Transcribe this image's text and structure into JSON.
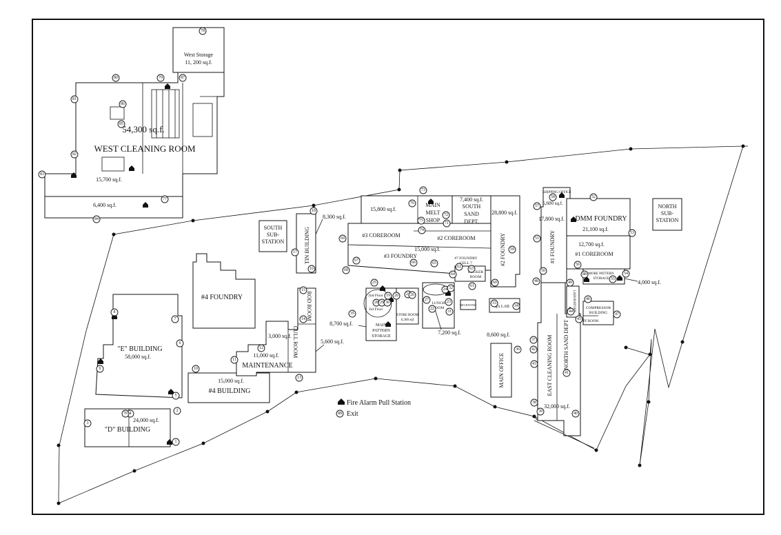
{
  "buildings": {
    "west_storage": {
      "name": "West Storage",
      "area": "11, 200 sq.f."
    },
    "west_cleaning": {
      "name": "WEST CLEANING ROOM",
      "area": "54,300 sq.f.",
      "sub1": "15,700 sq.f.",
      "sub2": "6,400 sq.f."
    },
    "south_sub": {
      "l1": "SOUTH",
      "l2": "SUB-",
      "l3": "STATION"
    },
    "north_sub": {
      "l1": "NORTH",
      "l2": "SUB-",
      "l3": "STATION"
    },
    "tin": {
      "name": "TIN BUILDING",
      "area": "8,300 sq.f."
    },
    "foundry4": {
      "name": "#4 FOUNDRY"
    },
    "e_building": {
      "name": "\"E\" BUILDING",
      "area": "58,000 sq.f."
    },
    "d_building": {
      "name": "\"D\" BUILDING",
      "area": "24,000 sq.f."
    },
    "b4": {
      "name": "#4 BUILDING",
      "area": "15,000 sq.f."
    },
    "maintenance": {
      "name": "MAINTENANCE",
      "area1": "11,000 sq.f.",
      "area2": "3,000 sq.f.",
      "area3": "5,600 sq.f."
    },
    "rod_room": {
      "name": "ROD ROOM"
    },
    "cull_room": {
      "name": "CULL ROOM"
    },
    "main_melt": {
      "l1": "MAIN",
      "l2": "MELT",
      "l3": "SHOP",
      "area": "15,800 sq.f."
    },
    "south_sand": {
      "l1": "SOUTH",
      "l2": "SAND",
      "l3": "DEPT.",
      "area": "7,400 sq.f."
    },
    "foundry2": {
      "name": "#2 FOUNDRY",
      "area": "28,800 sq.f."
    },
    "coreroom3": {
      "name": "#3 COREROOM"
    },
    "coreroom2": {
      "name": "#2 COREROOM"
    },
    "foundry3": {
      "name": "#3 FOUNDRY",
      "area": "15,000 sq.f."
    },
    "foundry_cell7": {
      "l1": "#7 FOUNDRY",
      "l2": "CELL 7"
    },
    "locker_room": {
      "l1": "LOCKER",
      "l2": "ROOM"
    },
    "main_pattern": {
      "l1": "MAIN",
      "l2": "PATTERN",
      "l3": "STORAGE",
      "area": "8,700 sq.f.",
      "floor2": "2nd Floor",
      "floor3": "3rd Floor"
    },
    "pattern_small": {
      "l1": "STORE ROOM",
      "l2": "6,300 sqf",
      "area": "6,300 sq.f."
    },
    "lunch_room": {
      "l1": "LUNCH",
      "l2": "ROOM",
      "area": "7,200 sq.f."
    },
    "qa_lab": {
      "name": "QA LAB"
    },
    "main_office": {
      "name": "MAIN OFFICE",
      "area": "8,600 sq.f."
    },
    "east_cleaning": {
      "name": "EAST CLEANING ROOM",
      "area": "32,000 sq.f."
    },
    "north_sand": {
      "name": "NORTH SAND DEPT"
    },
    "foundry1": {
      "name": "#1 FOUNDRY",
      "area": "17,800 sq.f."
    },
    "dmm": {
      "name": "DMM FOUNDRY",
      "area": "21,100 sq.f."
    },
    "coreroom1": {
      "name": "#1 COREROOM",
      "area": "12,700 sq.f."
    },
    "pattern_storage_e": {
      "l1": "MORE PATTERN",
      "l2": "STORAGE",
      "area": "4,000 sq.f."
    },
    "compressor": {
      "l1": "COMPRESSOR",
      "l2": "BUILDING"
    },
    "laboratory": {
      "name": "LABORATORY"
    },
    "ff_room": {
      "name": "FF ROOM"
    },
    "top_small": {
      "name": "SHIPPING OFFICE",
      "area": "5,600 sq.f."
    },
    "misc_small": {
      "name": "RECEIVING"
    }
  },
  "exits": [
    "1",
    "2",
    "3",
    "4",
    "5",
    "6",
    "7",
    "8",
    "9",
    "10",
    "11",
    "12",
    "13",
    "14",
    "15",
    "16",
    "17",
    "18",
    "19",
    "20",
    "21",
    "22",
    "23",
    "24",
    "25",
    "26",
    "27",
    "28",
    "29",
    "30",
    "31",
    "32",
    "33",
    "34",
    "35",
    "36",
    "37",
    "38",
    "39",
    "40",
    "41",
    "42",
    "43",
    "44",
    "45",
    "46",
    "47",
    "48",
    "49",
    "50",
    "51",
    "52",
    "53",
    "54",
    "55",
    "56",
    "57",
    "58",
    "59",
    "60",
    "61",
    "62",
    "63",
    "64",
    "65",
    "66",
    "67",
    "68",
    "69",
    "70",
    "71",
    "72",
    "73",
    "74",
    "75",
    "76",
    "77",
    "78",
    "79",
    "80",
    "81",
    "82",
    "83",
    "84",
    "85",
    "86",
    "87",
    "88"
  ],
  "legend": {
    "pull_station": "Fire Alarm Pull Station",
    "exit": "Exit",
    "exit_sample": "88"
  }
}
